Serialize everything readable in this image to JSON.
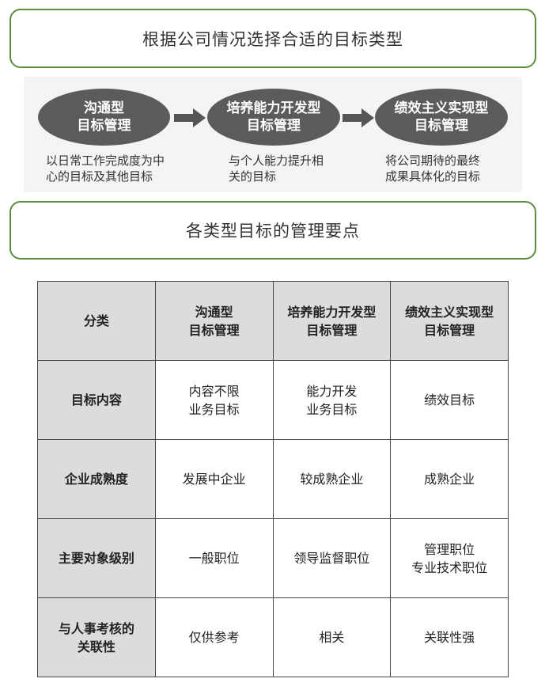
{
  "banner_top": "根据公司情况选择合适的目标类型",
  "banner_bottom": "各类型目标的管理要点",
  "flow": [
    {
      "title_lines": [
        "沟通型",
        "目标管理"
      ],
      "desc_lines": [
        "以日常工作完成度为中",
        "心的目标及其他目标"
      ]
    },
    {
      "title_lines": [
        "培养能力开发型",
        "目标管理"
      ],
      "desc_lines": [
        "与个人能力提升相",
        "关的目标"
      ]
    },
    {
      "title_lines": [
        "绩效主义实现型",
        "目标管理"
      ],
      "desc_lines": [
        "将公司期待的最终",
        "成果具体化的目标"
      ]
    }
  ],
  "colors": {
    "accent_green": "#5a8f3e",
    "ellipse_gray": "#5b5b5b",
    "header_gray": "#dcdcdc"
  },
  "table": {
    "header": [
      [
        "分类"
      ],
      [
        "沟通型",
        "目标管理"
      ],
      [
        "培养能力开发型",
        "目标管理"
      ],
      [
        "绩效主义实现型",
        "目标管理"
      ]
    ],
    "rows": [
      {
        "label": [
          "目标内容"
        ],
        "cells": [
          [
            "内容不限",
            "业务目标"
          ],
          [
            "能力开发",
            "业务目标"
          ],
          [
            "绩效目标"
          ]
        ]
      },
      {
        "label": [
          "企业成熟度"
        ],
        "cells": [
          [
            "发展中企业"
          ],
          [
            "较成熟企业"
          ],
          [
            "成熟企业"
          ]
        ]
      },
      {
        "label": [
          "主要对象级别"
        ],
        "cells": [
          [
            "一般职位"
          ],
          [
            "领导监督职位"
          ],
          [
            "管理职位",
            "专业技术职位"
          ]
        ]
      },
      {
        "label": [
          "与人事考核的",
          "关联性"
        ],
        "cells": [
          [
            "仅供参考"
          ],
          [
            "相关"
          ],
          [
            "关联性强"
          ]
        ]
      }
    ]
  }
}
